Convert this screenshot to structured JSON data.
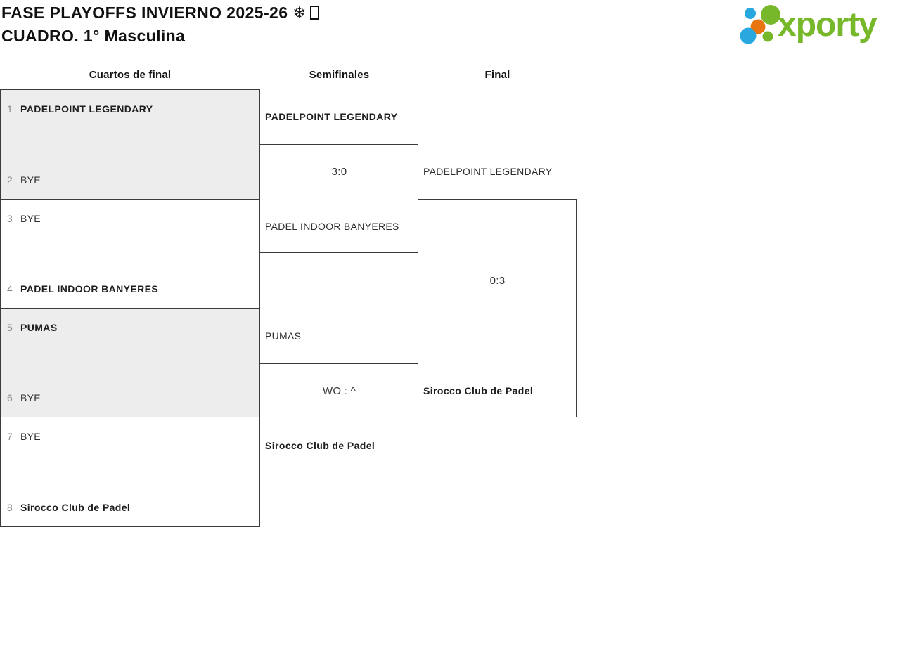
{
  "header": {
    "title_line1": "FASE PLAYOFFS INVIERNO 2025-26 ❄",
    "title_line2": "CUADRO. 1° Masculina",
    "title_suffix_icon": "missing-glyph-box"
  },
  "logo": {
    "wordmark": "xporty"
  },
  "colors": {
    "logo_green": "#76b829",
    "logo_blue": "#29a8e0",
    "logo_orange": "#e8750e",
    "bracket_border": "#3c3c3c",
    "shaded_block_bg": "#ededed",
    "seed_number": "#8a8a8a",
    "text_primary": "#1d1d1d"
  },
  "bracket": {
    "round_headers": [
      "Cuartos de final",
      "Semifinales",
      "Final"
    ],
    "quarterfinals": [
      {
        "top": {
          "seed": "1",
          "team": "PADELPOINT LEGENDARY"
        },
        "bottom": {
          "seed": "2",
          "team": "BYE"
        }
      },
      {
        "top": {
          "seed": "3",
          "team": "BYE"
        },
        "bottom": {
          "seed": "4",
          "team": "PADEL INDOOR BANYERES"
        }
      },
      {
        "top": {
          "seed": "5",
          "team": "PUMAS"
        },
        "bottom": {
          "seed": "6",
          "team": "BYE"
        }
      },
      {
        "top": {
          "seed": "7",
          "team": "BYE"
        },
        "bottom": {
          "seed": "8",
          "team": "Sirocco Club de Padel"
        }
      }
    ],
    "semifinals": [
      {
        "top_team": "PADELPOINT LEGENDARY",
        "score": "3:0",
        "bottom_team": "PADEL INDOOR BANYERES",
        "winner": "top"
      },
      {
        "top_team": "PUMAS",
        "score": "WO : ^",
        "bottom_team": "Sirocco Club de Padel",
        "winner": "bottom"
      }
    ],
    "final": {
      "top_team": "PADELPOINT LEGENDARY",
      "score": "0:3",
      "bottom_team": "Sirocco Club de Padel",
      "winner": "bottom"
    }
  }
}
